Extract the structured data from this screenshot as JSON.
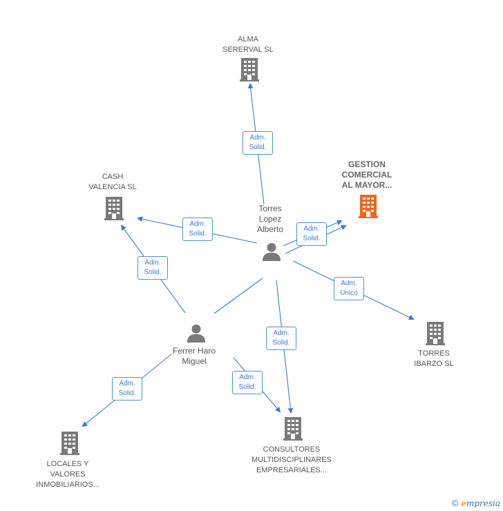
{
  "colors": {
    "edge": "#3a7bd5",
    "building": "#7a7a7a",
    "building_main": "#f26522",
    "person": "#7a7a7a"
  },
  "companies": [
    {
      "id": "alma",
      "name": "ALMA\nSERERVAL  SL",
      "main": false
    },
    {
      "id": "cash",
      "name": "CASH\nVALENCIA SL",
      "main": false
    },
    {
      "id": "gestion",
      "name": "GESTION\nCOMERCIAL\nAL MAYOR...",
      "main": true
    },
    {
      "id": "torres_ibarzo",
      "name": "TORRES\nIBARZO  SL",
      "main": false
    },
    {
      "id": "consultores",
      "name": "CONSULTORES\nMULTIDISCIPLINARES\nEMPRESARIALES...",
      "main": false
    },
    {
      "id": "locales",
      "name": "LOCALES Y\nVALORES\nINMOBILIARIOS...",
      "main": false
    }
  ],
  "persons": [
    {
      "id": "torres",
      "name": "Torres\nLopez\nAlberto"
    },
    {
      "id": "ferrer",
      "name": "Ferrer Haro\nMiguel"
    }
  ],
  "edges": [
    {
      "from": "torres",
      "to": "alma",
      "label": "Adm.\nSolid."
    },
    {
      "from": "torres",
      "to": "cash",
      "label": "Adm.\nSolid."
    },
    {
      "from": "torres",
      "to": "gestion",
      "label": "Adm.\nSolid."
    },
    {
      "from": "torres",
      "to": "gestion",
      "label": "Adm.\nSolid."
    },
    {
      "from": "torres",
      "to": "torres_ibarzo",
      "label": "Adm.\nUnico"
    },
    {
      "from": "torres",
      "to": "consultores",
      "label": "Adm.\nSolid."
    },
    {
      "from": "ferrer",
      "to": "cash",
      "label": "Adm.\nSolid."
    },
    {
      "from": "ferrer",
      "to": "locales",
      "label": "Adm.\nSolid."
    },
    {
      "from": "ferrer",
      "to": "consultores",
      "label": "Adm.\nSolid."
    }
  ],
  "footer": {
    "copyright": "©",
    "brand_first": "e",
    "brand_rest": "mpresia"
  }
}
